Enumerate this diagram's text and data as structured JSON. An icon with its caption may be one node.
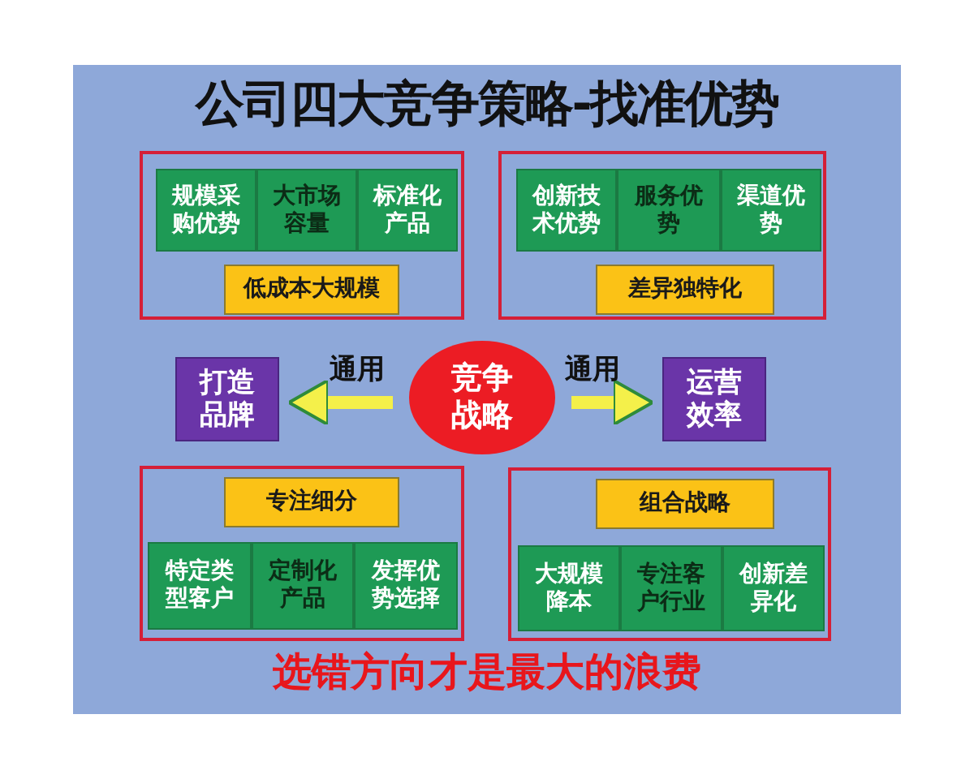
{
  "diagram": {
    "title": "公司四大竞争策略-找准优势",
    "nodes": [
      {
        "text": [],
        "shape": "box"
      },
      {
        "text": [
          "规模采购优势"
        ],
        "in": 0
      },
      {
        "text": [
          "大市场容量"
        ],
        "in": 0
      },
      {
        "text": [
          "标准化产品"
        ],
        "in": 0
      },
      {
        "text": [
          "低成本大规模"
        ],
        "in": 0
      },
      {
        "text": [],
        "shape": "box"
      },
      {
        "text": [
          "创新技术优势"
        ],
        "in": 5
      },
      {
        "text": [
          "服务优势"
        ],
        "in": 5
      },
      {
        "text": [
          "渠道优势"
        ],
        "in": 5
      },
      {
        "text": [
          "差异独特化"
        ],
        "in": 5
      },
      {
        "text": [
          "打造品牌"
        ]
      },
      {
        "text": [
          "竞争战略"
        ]
      },
      {
        "text": [
          "运营效率"
        ]
      },
      {
        "text": [],
        "shape": "box"
      },
      {
        "text": [
          "专注细分"
        ],
        "in": 13
      },
      {
        "text": [
          "特定类型客户"
        ],
        "in": 13
      },
      {
        "text": [
          "定制化产品"
        ],
        "in": 13
      },
      {
        "text": [
          "发挥优势选择"
        ],
        "in": 13
      },
      {
        "text": [],
        "shape": "box"
      },
      {
        "text": [
          "组合战略"
        ],
        "in": 18
      },
      {
        "text": [
          "大规模降本"
        ],
        "in": 18
      },
      {
        "text": [
          "专注客户行业"
        ],
        "in": 18
      },
      {
        "text": [
          "创新差异化"
        ],
        "in": 18
      }
    ],
    "edges": [
      {
        "from": 11,
        "to": 10,
        "arrow": "to",
        "label": "通用"
      },
      {
        "from": 11,
        "to": 12,
        "arrow": "to",
        "label": "通用"
      }
    ],
    "labels": [
      "选错方向才是最大的浪费"
    ]
  }
}
